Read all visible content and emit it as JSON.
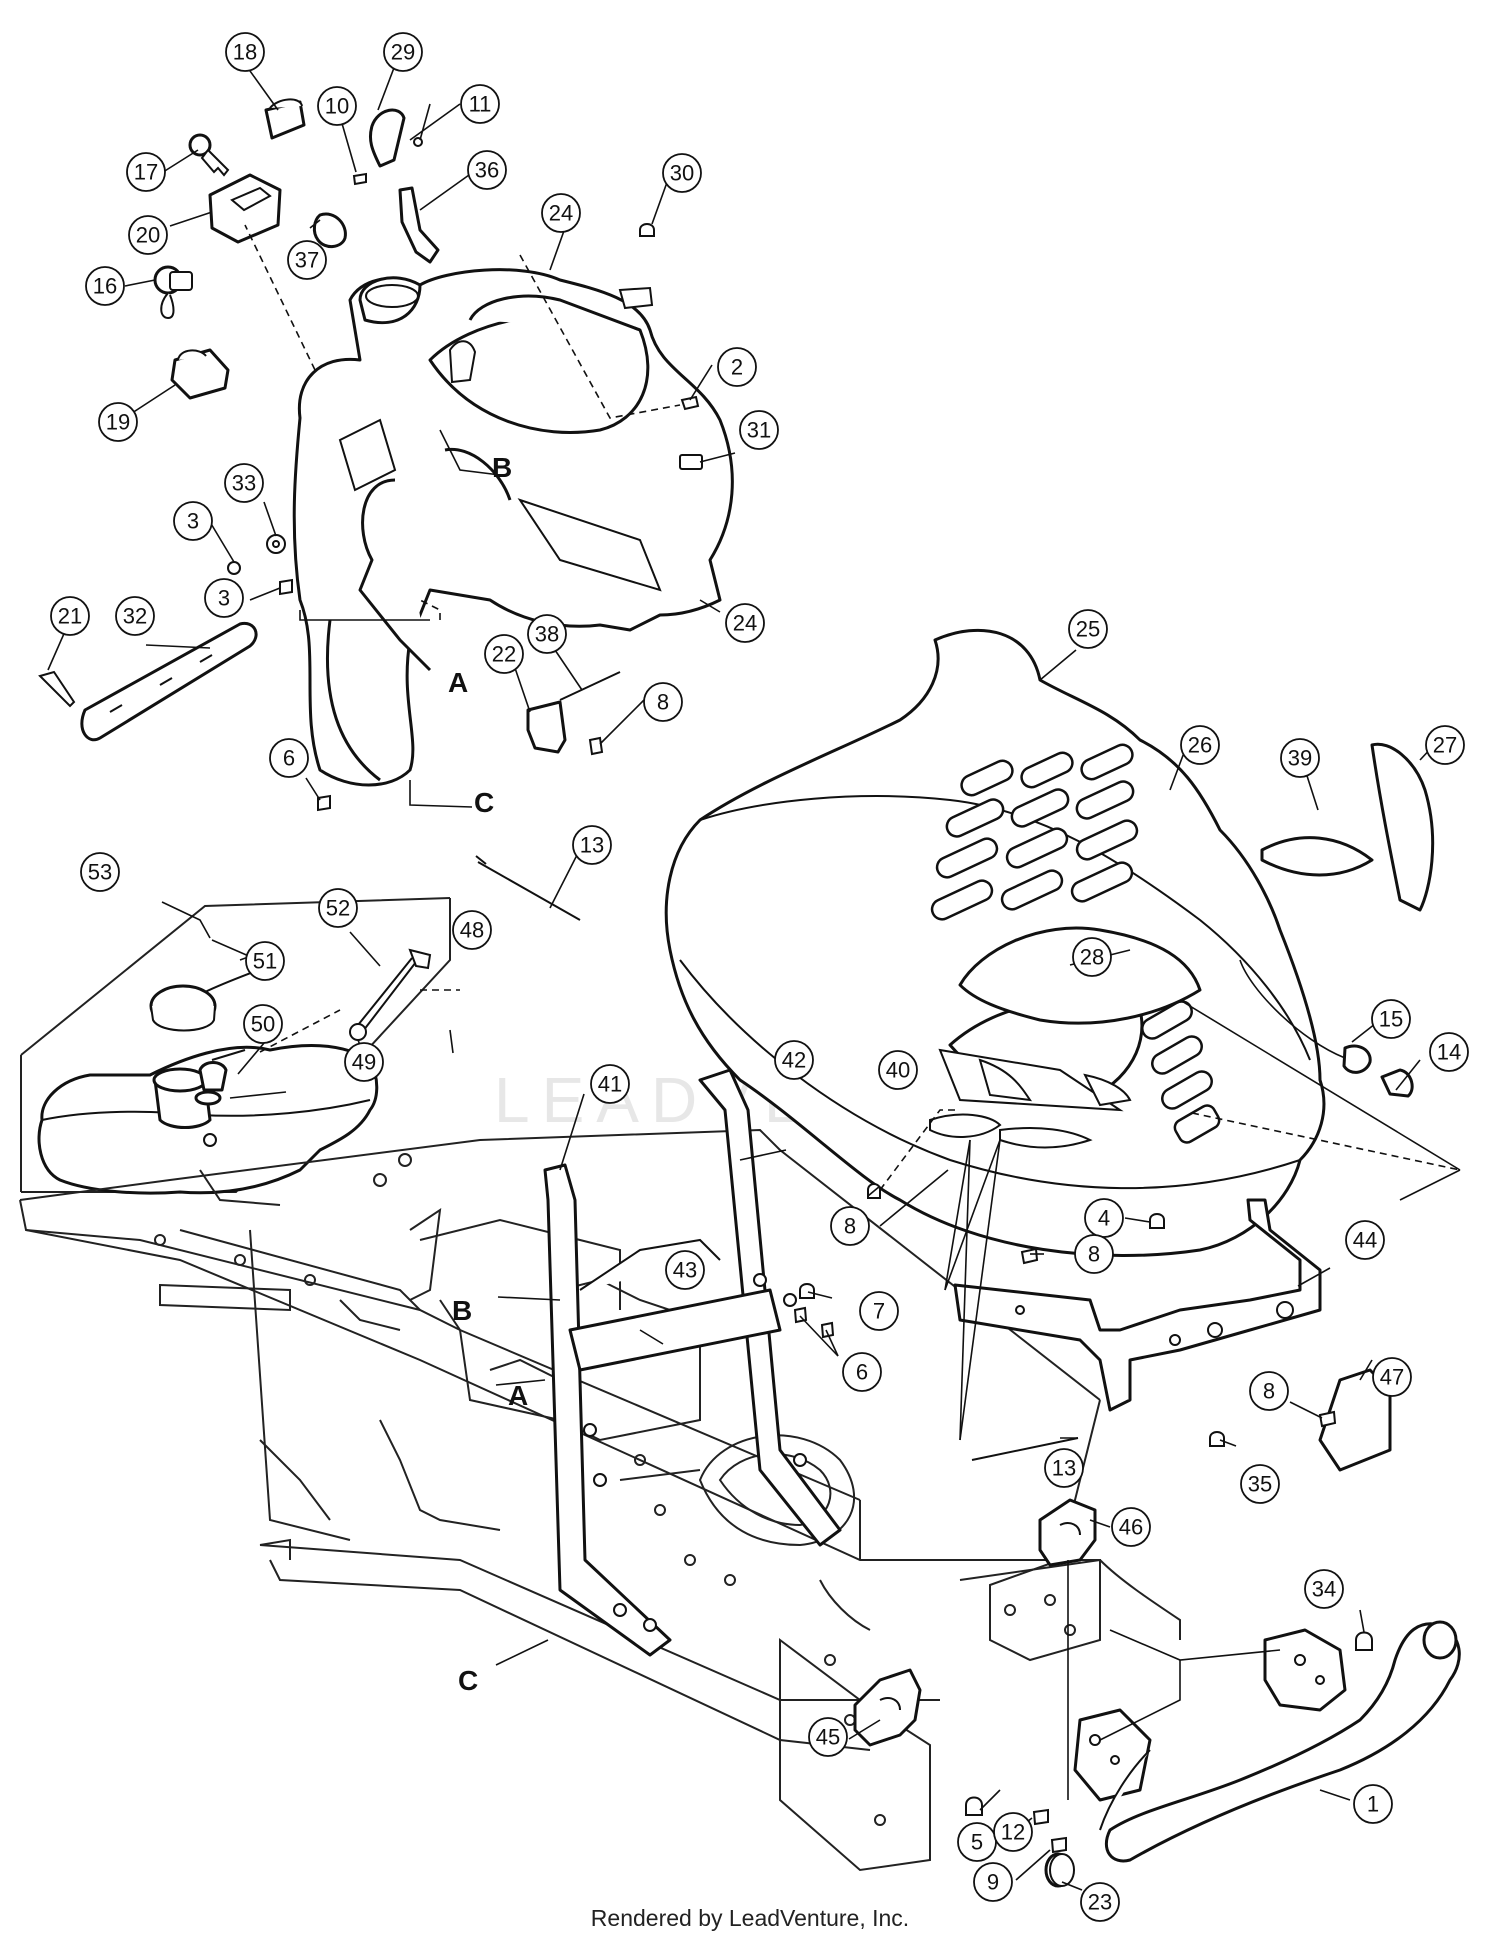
{
  "watermark": {
    "text": "LEADVENTURE"
  },
  "footer": {
    "text": "Rendered by LeadVenture, Inc."
  },
  "reference_letters": [
    "A",
    "B",
    "C"
  ],
  "callouts": [
    "1",
    "2",
    "3",
    "4",
    "5",
    "6",
    "7",
    "8",
    "9",
    "10",
    "11",
    "12",
    "13",
    "14",
    "15",
    "16",
    "17",
    "18",
    "19",
    "20",
    "21",
    "22",
    "23",
    "24",
    "25",
    "26",
    "27",
    "28",
    "29",
    "30",
    "31",
    "32",
    "33",
    "34",
    "35",
    "36",
    "37",
    "38",
    "39",
    "40",
    "41",
    "42",
    "43",
    "44",
    "45",
    "46",
    "47",
    "48",
    "49",
    "50",
    "51",
    "52",
    "53"
  ]
}
